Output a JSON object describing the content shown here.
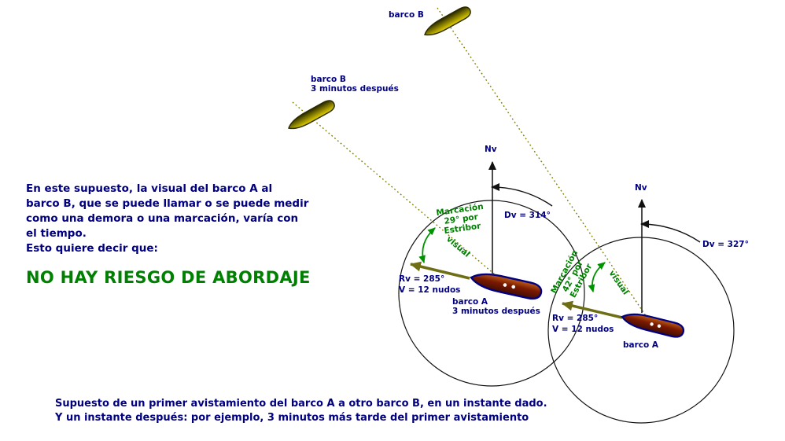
{
  "colors": {
    "text_navy": "#000080",
    "accent_green": "#008000",
    "visual_line_olive": "#7f7f00",
    "heading_arrow_olive": "#6e6e14",
    "ship_a_hull": "#7a1a00",
    "ship_b_hull": "#b0a000",
    "compass_circle": "#111111"
  },
  "panel": {
    "lines": [
      "En este supuesto, la visual del barco A al",
      "barco B, que se puede llamar o se puede medir",
      "como una demora o una marcación, varía con",
      "el tiempo.",
      "Esto quiere decir que:"
    ],
    "conclusion": "NO HAY RIESGO DE ABORDAJE"
  },
  "caption": {
    "line1": "Supuesto de un primer avistamiento del barco A a otro barco B, en un instante dado.",
    "line2": "Y un instante después: por ejemplo, 3 minutos más tarde del primer avistamiento"
  },
  "labels": {
    "barco_b_first": "barco B",
    "barco_b_later_line1": "barco B",
    "barco_b_later_line2": "3 minutos después",
    "barco_a_first": "barco A",
    "barco_a_later_line1": "barco A",
    "barco_a_later_line2": "3 minutos después",
    "nv_first": "Nv",
    "nv_later": "Nv",
    "dv_first": "Dv = 327°",
    "dv_later": "Dv = 314°",
    "rv_first_line1": "Rv = 285°",
    "rv_first_line2": "V = 12 nudos",
    "rv_later_line1": "Rv = 285°",
    "rv_later_line2": "V = 12 nudos",
    "visual_first": "visual",
    "visual_later": "visual",
    "marcacion_first": [
      "Marcación",
      "42° por",
      "Estribor"
    ],
    "marcacion_later": [
      "Marcación",
      "29° por",
      "Estribor"
    ]
  }
}
